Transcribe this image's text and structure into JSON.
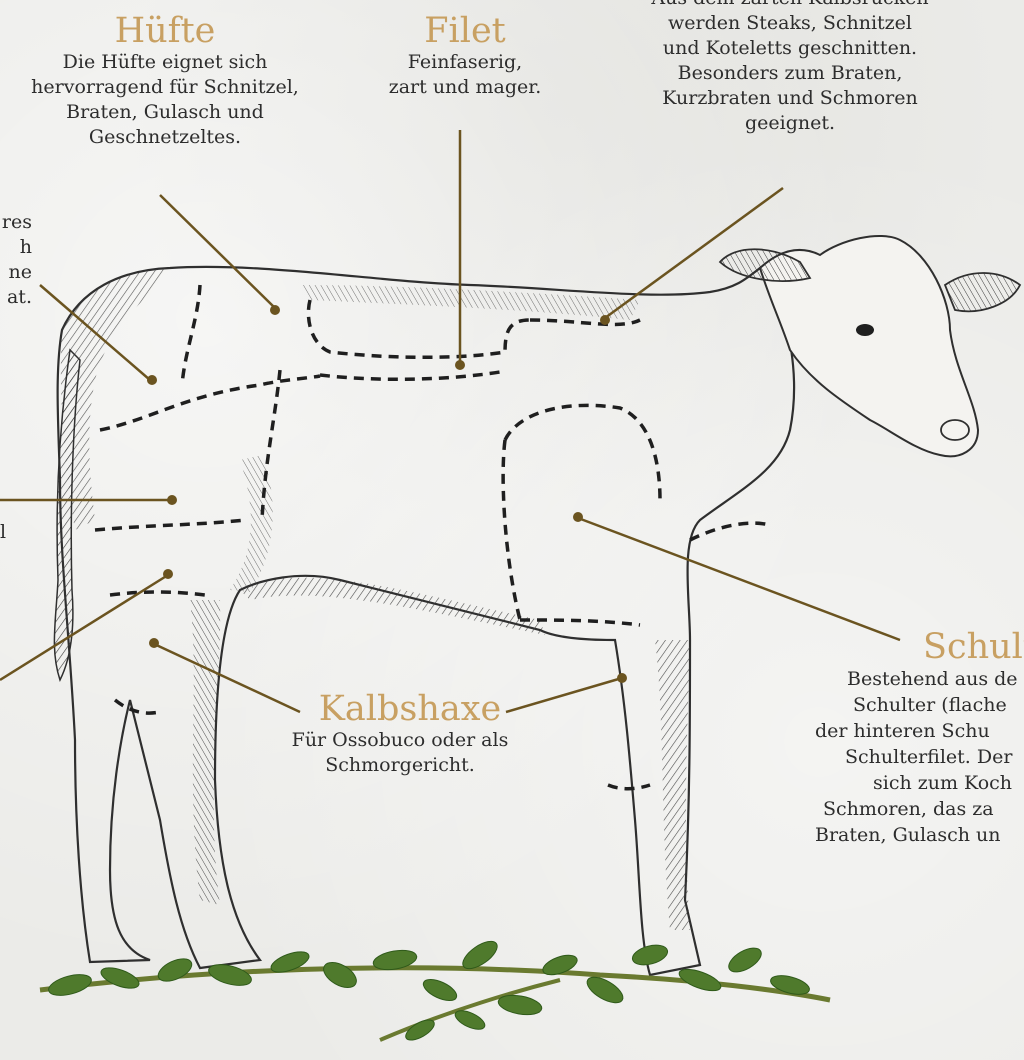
{
  "colors": {
    "title": "#c8a062",
    "leader": "#6b5420",
    "ink": "#2d2d2d",
    "background": "#ebebe8",
    "herb": "#4f7a2c"
  },
  "cuts": {
    "huefte": {
      "title": "Hüfte",
      "desc": [
        "Die Hüfte eignet sich",
        "hervorragend für Schnitzel,",
        "Braten, Gulasch und",
        "Geschnetzeltes."
      ]
    },
    "filet": {
      "title": "Filet",
      "desc": [
        "Feinfaserig,",
        "zart und mager."
      ]
    },
    "ruecken": {
      "desc": [
        "Aus dem zarten Kalbsrücken",
        "werden Steaks, Schnitzel",
        "und Koteletts geschnitten.",
        "Besonders zum Braten,",
        "Kurzbraten und Schmoren",
        "geeignet."
      ]
    },
    "left_fragment": {
      "desc": [
        "res",
        "h",
        "ne",
        "at."
      ]
    },
    "left_fragment2": {
      "desc": [
        "l"
      ]
    },
    "kalbshaxe": {
      "title": "Kalbshaxe",
      "desc": [
        "Für Ossobuco oder als",
        "Schmorgericht."
      ]
    },
    "schulter": {
      "title": "Schult",
      "desc": [
        "Bestehend aus de",
        "Schulter (flache",
        "der hinteren Schu",
        "Schulterfilet. Der",
        "sich zum Koch",
        "Schmoren, das za",
        "Braten, Gulasch un"
      ]
    }
  }
}
